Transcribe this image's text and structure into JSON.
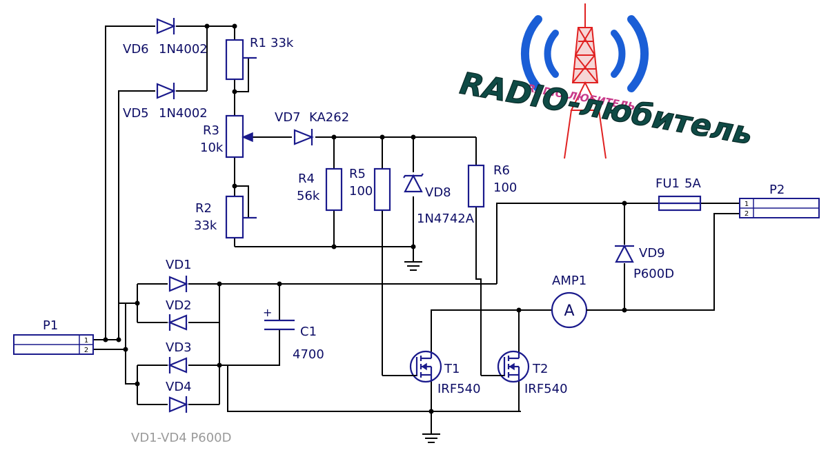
{
  "components": {
    "vd6": {
      "ref": "VD6",
      "value": "1N4002"
    },
    "vd5": {
      "ref": "VD5",
      "value": "1N4002"
    },
    "r1": {
      "ref": "R1",
      "value": "33k"
    },
    "r3": {
      "ref": "R3",
      "value": "10k"
    },
    "r2": {
      "ref": "R2",
      "value": "33k"
    },
    "vd7": {
      "ref": "VD7",
      "value": "KA262"
    },
    "r4": {
      "ref": "R4",
      "value": "56k"
    },
    "r5": {
      "ref": "R5",
      "value": "100"
    },
    "vd8": {
      "ref": "VD8",
      "value": "1N4742A"
    },
    "r6": {
      "ref": "R6",
      "value": "100"
    },
    "fu1": {
      "ref": "FU1",
      "value": "5A"
    },
    "p1": {
      "ref": "P1",
      "pin1": "1",
      "pin2": "2"
    },
    "p2": {
      "ref": "P2",
      "pin1": "1",
      "pin2": "2"
    },
    "vd9": {
      "ref": "VD9",
      "value": "P600D"
    },
    "amp1": {
      "ref": "AMP1",
      "symbol": "A"
    },
    "vd1": {
      "ref": "VD1"
    },
    "vd2": {
      "ref": "VD2"
    },
    "vd3": {
      "ref": "VD3"
    },
    "vd4": {
      "ref": "VD4"
    },
    "c1": {
      "ref": "C1",
      "value": "4700",
      "polarity": "+"
    },
    "t1": {
      "ref": "T1",
      "value": "IRF540"
    },
    "t2": {
      "ref": "T2",
      "value": "IRF540"
    }
  },
  "bridge_note": "VD1-VD4 P600D",
  "logo": {
    "main_text": "RADIO-любитель",
    "small_text": "RADIO-ЛЮБИТЕЛЬ",
    "colors": {
      "waves": "#1a5ed6",
      "tower": "#e02020",
      "text_dark": "#0f4a45"
    }
  },
  "colors": {
    "component": "#1a1a8c",
    "wire": "#000000",
    "label": "#0d0d66",
    "note": "#9a9a9a"
  }
}
